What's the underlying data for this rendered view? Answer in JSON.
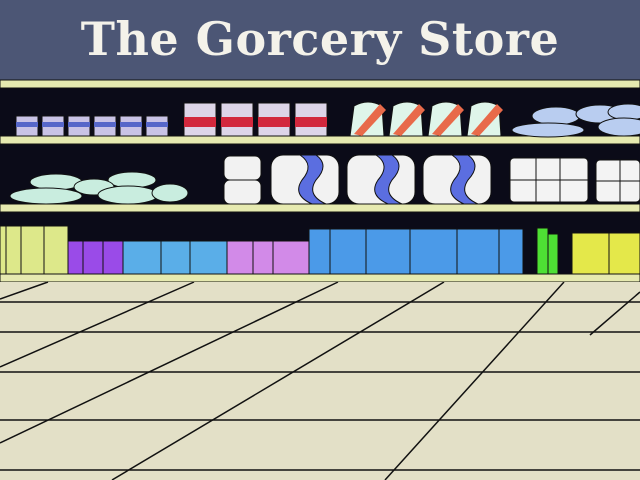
{
  "header": {
    "title": "The Gorcery Store"
  },
  "colors": {
    "header_bg": "#4c5675",
    "shelf_interior": "#0b0b18",
    "shelf_board": "#e6eab0",
    "floor": "#e3e0c7",
    "outline": "#111111"
  },
  "shelves": {
    "top": [
      "cans-blue-label",
      "cans-red-label",
      "bags-orange-stripe",
      "bags-light-blue"
    ],
    "middle": [
      "bags-mint",
      "paper-towel-rolls",
      "bags-blue-wave",
      "white-boxes"
    ],
    "bottom": [
      "boxes-yellow",
      "boxes-purple",
      "boxes-sky-blue",
      "boxes-lilac",
      "boxes-blue",
      "bottles-green",
      "boxes-yellow"
    ]
  }
}
